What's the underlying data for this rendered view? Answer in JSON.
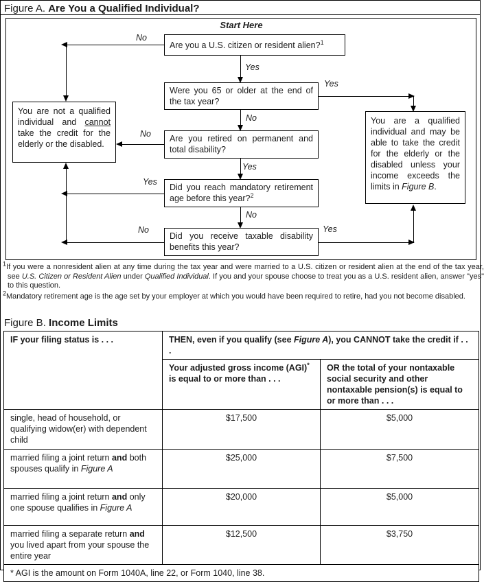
{
  "figure_a": {
    "label": "Figure A.",
    "title": "Are You a Qualified Individual?",
    "start_here": "Start Here",
    "labels": {
      "yes": "Yes",
      "no": "No"
    },
    "boxes": {
      "q1": "Are you a U.S. citizen or resident alien?",
      "q1_sup": "1",
      "q2": "Were you 65 or older at the end of the tax year?",
      "q3": "Are you retired on permanent and total disability?",
      "q4": "Did you reach mandatory retirement age before this year?",
      "q4_sup": "2",
      "q5": "Did you receive taxable disability benefits this year?",
      "not_qualified": {
        "p1": "You are not a qualified individual and ",
        "underlined": "cannot",
        "p2": " take the credit for the elderly or the disabled."
      },
      "qualified": {
        "p1": "You are a qualified individual and may be able to take the credit for the elderly or the disabled unless your income exceeds the limits in ",
        "italic": "Figure B",
        "p2": "."
      }
    },
    "footnote1": {
      "sup": "1",
      "p1": "If you were a nonresident alien at any time during the tax year and were married to a U.S. citizen or resident alien at the end of the tax year, see ",
      "italic1": "U.S. Citizen or Resident Alien",
      "p2": " under ",
      "italic2": "Qualified Individual",
      "p3": ". If you and your spouse choose to treat you as a U.S. resident alien, answer \"yes\" to this question."
    },
    "footnote2": {
      "sup": "2",
      "text": "Mandatory retirement age is the age set by your employer at which you would have been required to retire, had you not become disabled."
    }
  },
  "figure_b": {
    "label": "Figure B.",
    "title": "Income Limits",
    "header": {
      "then": {
        "p1": "THEN, even if you qualify (see ",
        "italic": "Figure A",
        "p2": "), you CANNOT take the credit if . . ."
      },
      "if_status": "IF your filing status is . . .",
      "agi": {
        "p1": "Your adjusted gross income (AGI)",
        "sup": "*",
        "p2": " is equal to or more than . . ."
      },
      "ss": "OR the total of your nontaxable social security and other nontaxable pension(s) is equal to or more than . . ."
    },
    "rows": [
      {
        "status": {
          "p1": "single, head of household, or qualifying widow(er) with dependent child",
          "bold": "",
          "p2": "",
          "italic": ""
        },
        "agi": "$17,500",
        "ss": "$5,000"
      },
      {
        "status": {
          "p1": "married filing a joint return ",
          "bold": "and",
          "p2": " both spouses qualify in ",
          "italic": "Figure A"
        },
        "agi": "$25,000",
        "ss": "$7,500"
      },
      {
        "status": {
          "p1": "married filing a joint return ",
          "bold": "and",
          "p2": " only one spouse qualifies in ",
          "italic": "Figure A"
        },
        "agi": "$20,000",
        "ss": "$5,000"
      },
      {
        "status": {
          "p1": "married filing a separate return ",
          "bold": "and",
          "p2": " you lived apart from your spouse the entire year",
          "italic": ""
        },
        "agi": "$12,500",
        "ss": "$3,750"
      }
    ],
    "footnote": "* AGI is the amount on Form 1040A, line 22, or Form 1040, line 38."
  }
}
